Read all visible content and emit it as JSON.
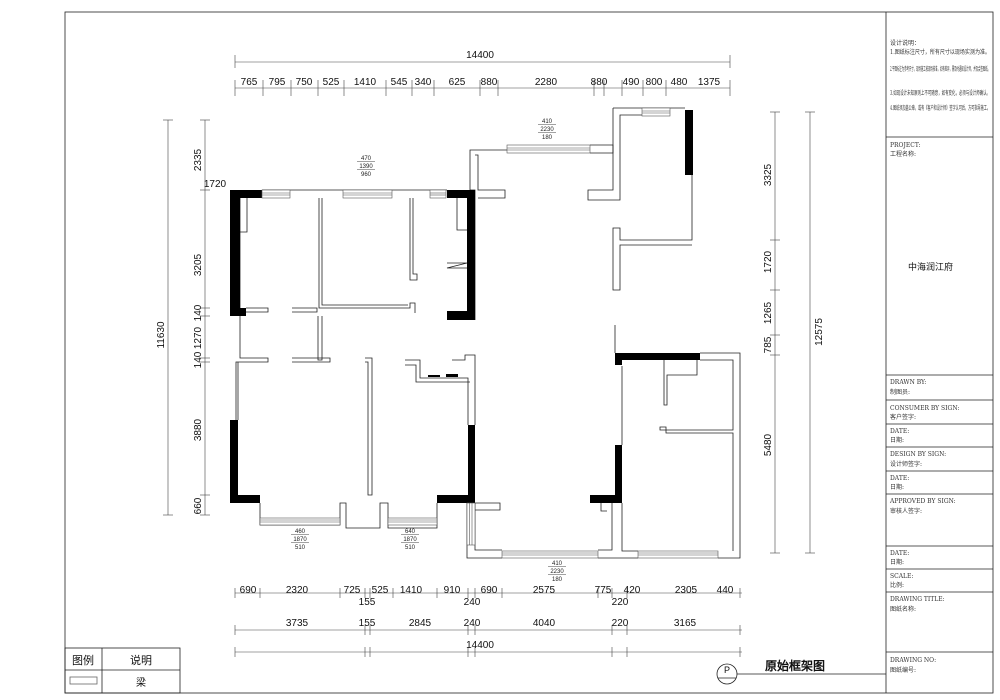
{
  "dimensions": {
    "top_total": "14400",
    "top": [
      "765",
      "795",
      "750",
      "525",
      "1410",
      "545",
      "340",
      "625",
      "880",
      "2280",
      "880",
      "490",
      "800",
      "480",
      "1375"
    ],
    "bottom_row1": [
      "690",
      "2320",
      "725",
      "525",
      "1410",
      "910",
      "690",
      "2575",
      "775",
      "420",
      "2305",
      "440"
    ],
    "bottom_row1_sub": [
      "155",
      "240",
      "220"
    ],
    "bottom_row2": [
      "3735",
      "155",
      "2845",
      "240",
      "4040",
      "220",
      "3165"
    ],
    "bottom_total": "14400",
    "left": [
      "2335",
      "3205",
      "140",
      "1270",
      "140",
      "3880",
      "660"
    ],
    "left_horizontal": "1720",
    "left_total": "11630",
    "right": [
      "3325",
      "1720",
      "1265",
      "785",
      "5480"
    ],
    "right_total": "12575"
  },
  "windows": [
    {
      "a": "470",
      "b": "1390",
      "c": "960"
    },
    {
      "a": "410",
      "b": "2230",
      "c": "180"
    },
    {
      "a": "460",
      "b": "1870",
      "c": "510"
    },
    {
      "a": "640",
      "b": "1870",
      "c": "510"
    },
    {
      "a": "410",
      "b": "2230",
      "c": "180"
    }
  ],
  "title_block": {
    "notes": [
      "设计说明：",
      "1.图纸标注尺寸，所有尺寸以现场实测为准。",
      "2.平面标注为参考尺寸，现场施工按现场核准，如有差异，需及时通知设计师，并及会签图纸。",
      "3.如现设计未知原则上不可随意，如有变化，必须与设计师确认。",
      "4.图纸须加盖公章，或有《客户和设计师》签字认可后，方可指导施工。"
    ],
    "project_en": "PROJECT:",
    "project_cn": "工程名称:",
    "project_name": "中海润江府",
    "drawn_by_en": "DRAWN BY:",
    "drawn_by_cn": "制图员:",
    "consumer_en": "CONSUMER BY SIGN:",
    "consumer_cn": "客户签字:",
    "date1_en": "DATE:",
    "date1_cn": "日期:",
    "design_en": "DESIGN BY SIGN:",
    "design_cn": "设计师签字:",
    "date2_en": "DATE:",
    "date2_cn": "日期:",
    "approved_en": "APPROVED BY SIGN:",
    "approved_cn": "审核人签字:",
    "date3_en": "DATE:",
    "date3_cn": "日期:",
    "scale_en": "SCALE:",
    "scale_cn": "比例:",
    "drawing_title_en": "DRAWING TITLE:",
    "drawing_title_cn": "图纸名称:",
    "drawing_no_en": "DRAWING NO:",
    "drawing_no_cn": "图纸编号:"
  },
  "legend": {
    "col1": "图例",
    "col2": "说明",
    "item": "梁"
  },
  "drawing_title": {
    "symbol": "P",
    "text": "原始框架图"
  }
}
